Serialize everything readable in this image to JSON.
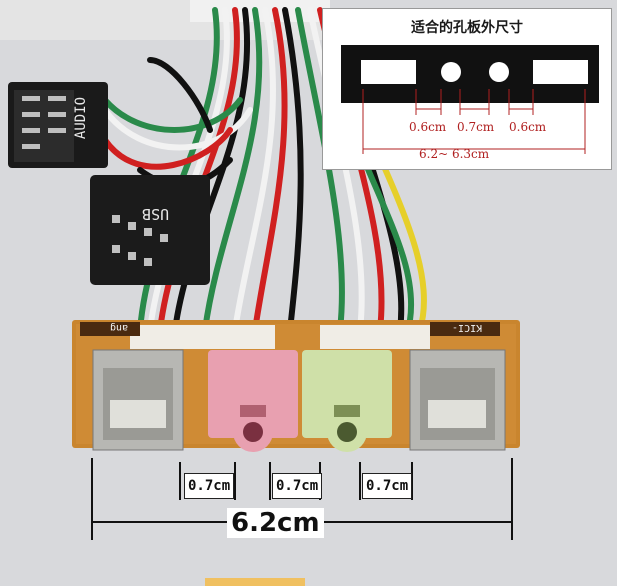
{
  "inset": {
    "title": "适合的孔板外尺寸",
    "gap_left": "0.6cm",
    "gap_middle": "0.7cm",
    "gap_right": "0.6cm",
    "total_range": "6.2~ 6.3cm"
  },
  "connectors": {
    "audio_label": "AUDIO",
    "usb_label": "USB"
  },
  "board": {
    "left_silk": "ang",
    "right_silk": "KICI-"
  },
  "measurements": {
    "left": "0.7cm",
    "middle": "0.7cm",
    "right": "0.7cm",
    "total": "6.2cm"
  }
}
